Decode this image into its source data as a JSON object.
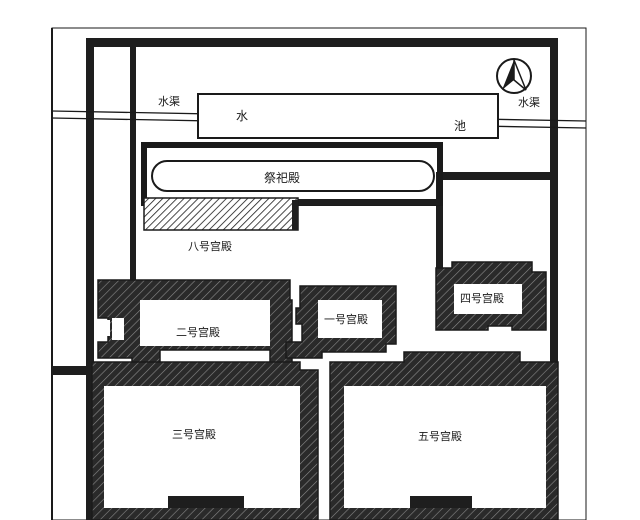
{
  "map": {
    "water_channel_left": "水渠",
    "water_channel_right": "水渠",
    "pond_char_1": "水",
    "pond_char_2": "池",
    "sacrifice_hall": "祭祀殿",
    "palace_1": "一号宫殿",
    "palace_2": "二号宫殿",
    "palace_3": "三号宫殿",
    "palace_4": "四号宫殿",
    "palace_5": "五号宫殿",
    "palace_8": "八号宫殿"
  },
  "colors": {
    "ink": "#1a1a1a",
    "paper": "#ffffff"
  },
  "icons": {
    "north_arrow": "north-arrow-icon"
  }
}
